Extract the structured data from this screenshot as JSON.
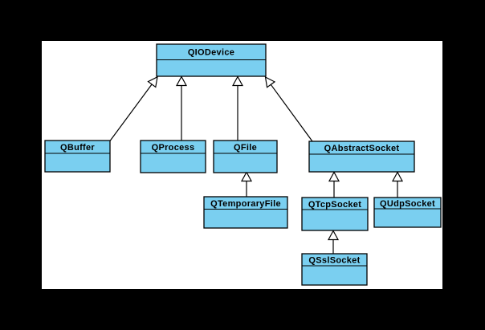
{
  "diagram": {
    "kind": "uml-class-inheritance-diagram",
    "background_color": "#000000",
    "canvas_color": "#ffffff"
  },
  "style": {
    "box_fill": "#7acff0",
    "box_stroke": "#000000",
    "arrowhead_fill": "#ffffff",
    "line_color": "#000000"
  },
  "classes": [
    {
      "name": "QIODevice"
    },
    {
      "name": "QBuffer"
    },
    {
      "name": "QProcess"
    },
    {
      "name": "QFile"
    },
    {
      "name": "QAbstractSocket"
    },
    {
      "name": "QTemporaryFile"
    },
    {
      "name": "QTcpSocket"
    },
    {
      "name": "QUdpSocket"
    },
    {
      "name": "QSslSocket"
    }
  ],
  "relations": [
    {
      "from": "QBuffer",
      "to": "QIODevice",
      "type": "inheritance"
    },
    {
      "from": "QProcess",
      "to": "QIODevice",
      "type": "inheritance"
    },
    {
      "from": "QFile",
      "to": "QIODevice",
      "type": "inheritance"
    },
    {
      "from": "QAbstractSocket",
      "to": "QIODevice",
      "type": "inheritance"
    },
    {
      "from": "QTemporaryFile",
      "to": "QFile",
      "type": "inheritance"
    },
    {
      "from": "QTcpSocket",
      "to": "QAbstractSocket",
      "type": "inheritance"
    },
    {
      "from": "QUdpSocket",
      "to": "QAbstractSocket",
      "type": "inheritance"
    },
    {
      "from": "QSslSocket",
      "to": "QTcpSocket",
      "type": "inheritance"
    }
  ]
}
